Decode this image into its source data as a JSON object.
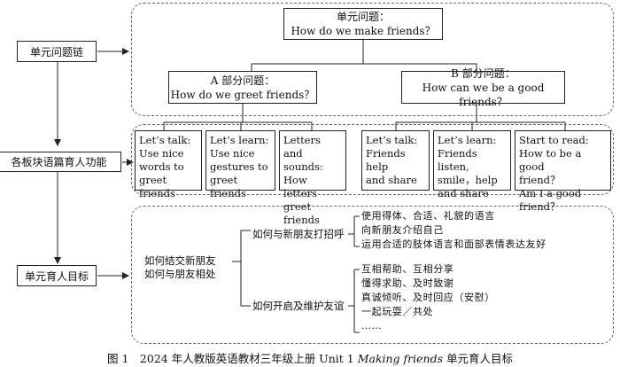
{
  "left_labels": {
    "question_chain": "单元问题链",
    "block_function": "各板块语篇育人功能",
    "unit_goal": "单元育人目标"
  },
  "unit_question": {
    "cn": "单元问题：",
    "en": "How do we make friends？"
  },
  "part_a": {
    "cn": "A 部分问题：",
    "en": "How do we greet friends？"
  },
  "part_b": {
    "cn": "B 部分问题：",
    "en": "How can we be a good friends？"
  },
  "cards": [
    {
      "lines": [
        "Let’s talk:",
        "Use nice",
        "words to",
        "greet friends"
      ]
    },
    {
      "lines": [
        "Let’s learn:",
        "Use nice",
        "gestures to",
        "greet friends"
      ]
    },
    {
      "lines": [
        "Letters and",
        "sounds:",
        "How letters",
        "greet friends"
      ]
    },
    {
      "lines": [
        "Let’s talk:",
        "Friends help",
        "and share"
      ]
    },
    {
      "lines": [
        "Let’s learn:",
        "Friends listen,",
        "smile，help",
        "and share"
      ]
    },
    {
      "lines": [
        "Start to read:",
        "How to be a good",
        "friend？",
        "Am I a good friend？"
      ]
    }
  ],
  "goals": {
    "root": [
      "如何结交新朋友",
      "如何与朋友相处"
    ],
    "branch1": {
      "label": "如何与新朋友打招呼",
      "items": [
        "使用得体、合适、礼貌的语言",
        "向新朋友介绍自己",
        "运用合适的肢体语言和面部表情表达友好"
      ]
    },
    "branch2": {
      "label": "如何开启及维护友谊",
      "items": [
        "互相帮助、互相分享",
        "懂得求助、及时致谢",
        "真诚倾听、及时回应（安慰）",
        "一起玩耍／共处",
        "……"
      ]
    }
  },
  "caption": {
    "prefix": "图 1　2024 年人教版英语教材三年级上册 Unit 1 ",
    "italic": "Making friends",
    "suffix": " 单元育人目标"
  }
}
